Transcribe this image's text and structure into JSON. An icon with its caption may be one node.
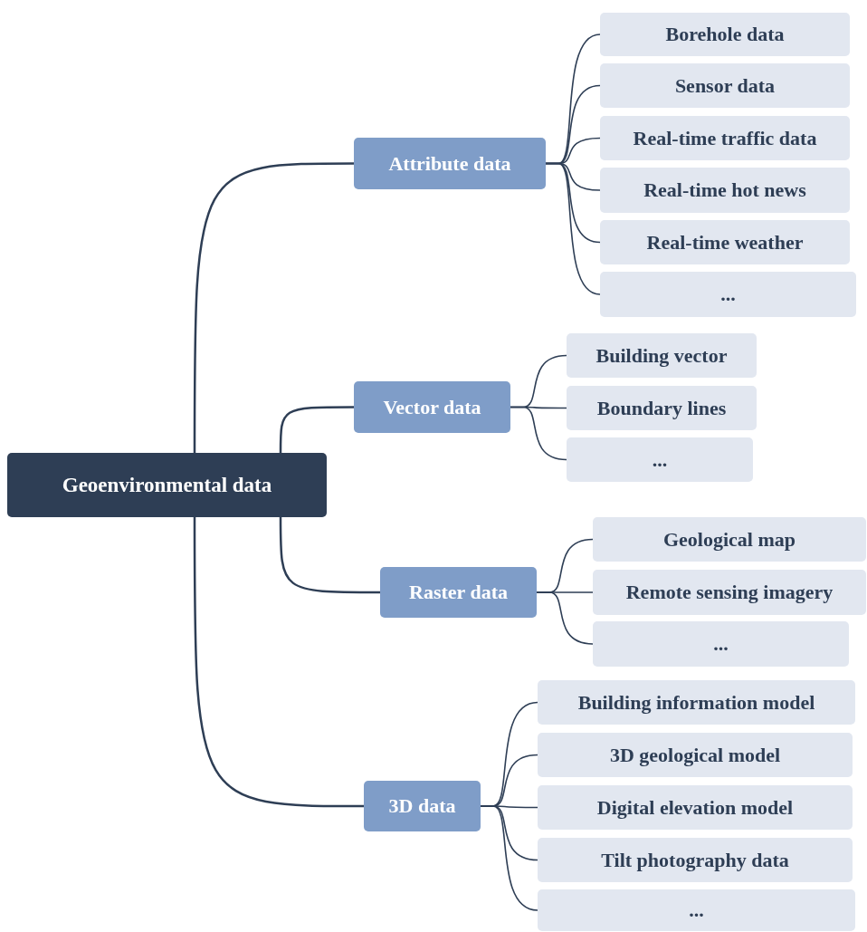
{
  "diagram": {
    "nodes": [
      {
        "text": [
          "Geoenvironmental data"
        ]
      },
      {
        "text": [
          "Attribute data"
        ]
      },
      {
        "text": [
          "Borehole data"
        ]
      },
      {
        "text": [
          "Sensor data"
        ]
      },
      {
        "text": [
          "Real-time traffic data"
        ]
      },
      {
        "text": [
          "Real-time hot news"
        ]
      },
      {
        "text": [
          "Real-time weather"
        ]
      },
      {
        "text": [
          "..."
        ]
      },
      {
        "text": [
          "Vector data"
        ]
      },
      {
        "text": [
          "Building vector"
        ]
      },
      {
        "text": [
          "Boundary lines"
        ]
      },
      {
        "text": [
          "..."
        ]
      },
      {
        "text": [
          "Raster data"
        ]
      },
      {
        "text": [
          "Geological map"
        ]
      },
      {
        "text": [
          "Remote sensing imagery"
        ]
      },
      {
        "text": [
          "..."
        ]
      },
      {
        "text": [
          "3D data"
        ]
      },
      {
        "text": [
          "Building information model"
        ]
      },
      {
        "text": [
          "3D geological model"
        ]
      },
      {
        "text": [
          "Digital elevation model"
        ]
      },
      {
        "text": [
          "Tilt photography data"
        ]
      },
      {
        "text": [
          "..."
        ]
      }
    ],
    "edges": [
      {
        "from": 0,
        "to": 1,
        "arrow": "none"
      },
      {
        "from": 0,
        "to": 8,
        "arrow": "none"
      },
      {
        "from": 0,
        "to": 12,
        "arrow": "none"
      },
      {
        "from": 0,
        "to": 16,
        "arrow": "none"
      },
      {
        "from": 1,
        "to": 2,
        "arrow": "none"
      },
      {
        "from": 1,
        "to": 3,
        "arrow": "none"
      },
      {
        "from": 1,
        "to": 4,
        "arrow": "none"
      },
      {
        "from": 1,
        "to": 5,
        "arrow": "none"
      },
      {
        "from": 1,
        "to": 6,
        "arrow": "none"
      },
      {
        "from": 1,
        "to": 7,
        "arrow": "none"
      },
      {
        "from": 8,
        "to": 9,
        "arrow": "none"
      },
      {
        "from": 8,
        "to": 10,
        "arrow": "none"
      },
      {
        "from": 8,
        "to": 11,
        "arrow": "none"
      },
      {
        "from": 12,
        "to": 13,
        "arrow": "none"
      },
      {
        "from": 12,
        "to": 14,
        "arrow": "none"
      },
      {
        "from": 12,
        "to": 15,
        "arrow": "none"
      },
      {
        "from": 16,
        "to": 17,
        "arrow": "none"
      },
      {
        "from": 16,
        "to": 18,
        "arrow": "none"
      },
      {
        "from": 16,
        "to": 19,
        "arrow": "none"
      },
      {
        "from": 16,
        "to": 20,
        "arrow": "none"
      },
      {
        "from": 16,
        "to": 21,
        "arrow": "none"
      }
    ]
  }
}
